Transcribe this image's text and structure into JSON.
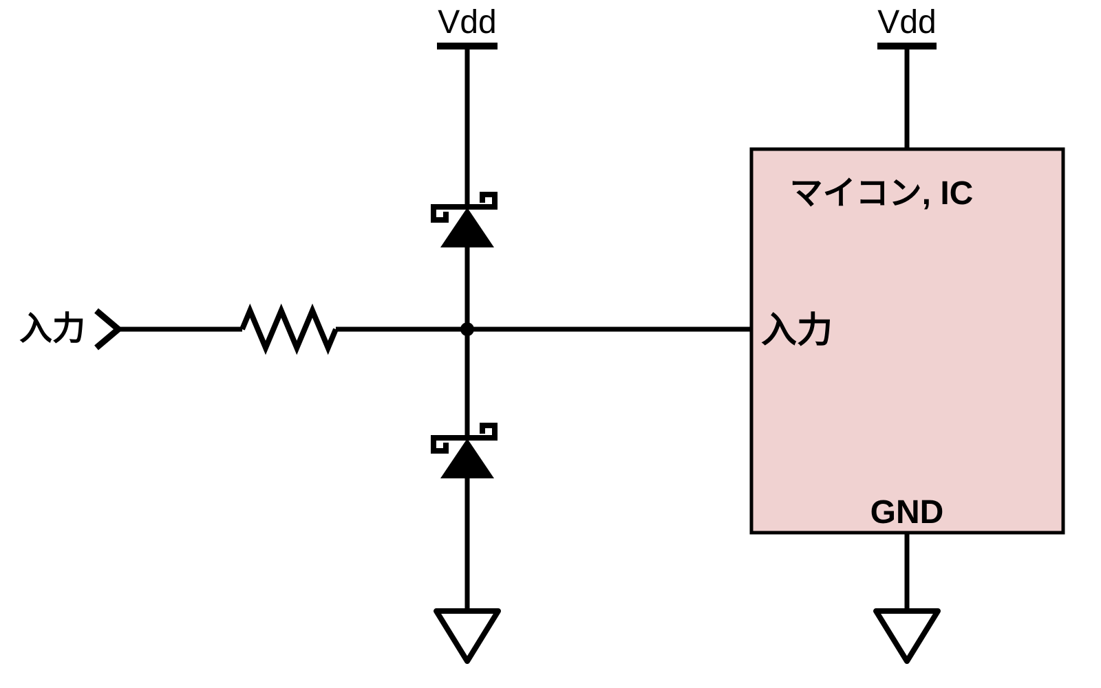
{
  "diagram": {
    "title_hint": "input protection clamp circuit",
    "labels": {
      "vdd_left": "Vdd",
      "vdd_right": "Vdd",
      "input_external": "入力",
      "ic_title": "マイコン, IC",
      "ic_input_pin": "入力",
      "ic_gnd_pin": "GND"
    },
    "colors": {
      "line": "#000000",
      "text": "#000000",
      "ic_fill": "#f0d2d1",
      "ground_fill": "#ffffff",
      "background": "#ffffff"
    }
  }
}
